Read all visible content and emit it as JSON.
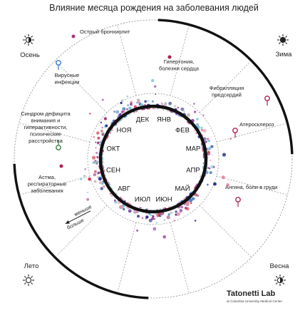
{
  "title": "Влияние месяца рождения на заболевания людей",
  "months": [
    "ЯНВ",
    "ФЕВ",
    "МАР",
    "АПР",
    "МАЙ",
    "ИЮН",
    "ИЮЛ",
    "АВГ",
    "СЕН",
    "ОКТ",
    "НОЯ",
    "ДЕК"
  ],
  "seasons": [
    {
      "key": "winter",
      "label": "Зима",
      "icon": "sun-icon"
    },
    {
      "key": "spring",
      "label": "Весна",
      "icon": "sun-icon"
    },
    {
      "key": "summer",
      "label": "Лето",
      "icon": "sun-icon"
    },
    {
      "key": "autumn",
      "label": "Осень",
      "icon": "sun-icon"
    }
  ],
  "diseases": [
    {
      "key": "bronchiolitis",
      "label": "Острый бронхиолит",
      "color": "#a0377a"
    },
    {
      "key": "viral",
      "label": "Вирусные\nинфекции",
      "color": "#3a79c4"
    },
    {
      "key": "adhd",
      "label": "Синдром дефицита\nвнимания и\nгиперактивности,\nпсихические\nрасстройства",
      "color": "#3d7f4c"
    },
    {
      "key": "asthma",
      "label": "Астма,\nреспираторные\nзаболевания",
      "color": "#b0204c"
    },
    {
      "key": "hypertension",
      "label": "Гипертония,\nболезни сердца",
      "color": "#b0204c"
    },
    {
      "key": "afib",
      "label": "Фибрилляция\nпредсердий",
      "color": "#b0204c"
    },
    {
      "key": "atherosclerosis",
      "label": "Атеросклероз",
      "color": "#b0204c"
    },
    {
      "key": "angina",
      "label": "Ангина, боли в груди",
      "color": "#b0204c"
    }
  ],
  "scale": {
    "more": "больше",
    "less": "меньше"
  },
  "brand": {
    "name": "Tatonetti Lab",
    "sub": "at Columbia University Medical Center"
  },
  "colors": {
    "ring": "#111111",
    "spokes": "#888888",
    "dots": [
      "#2b2f8f",
      "#a0377a",
      "#d23a4a",
      "#3a79c4",
      "#6ec3d8",
      "#b6b6b6",
      "#e58aa7",
      "#8a3ca0"
    ]
  }
}
